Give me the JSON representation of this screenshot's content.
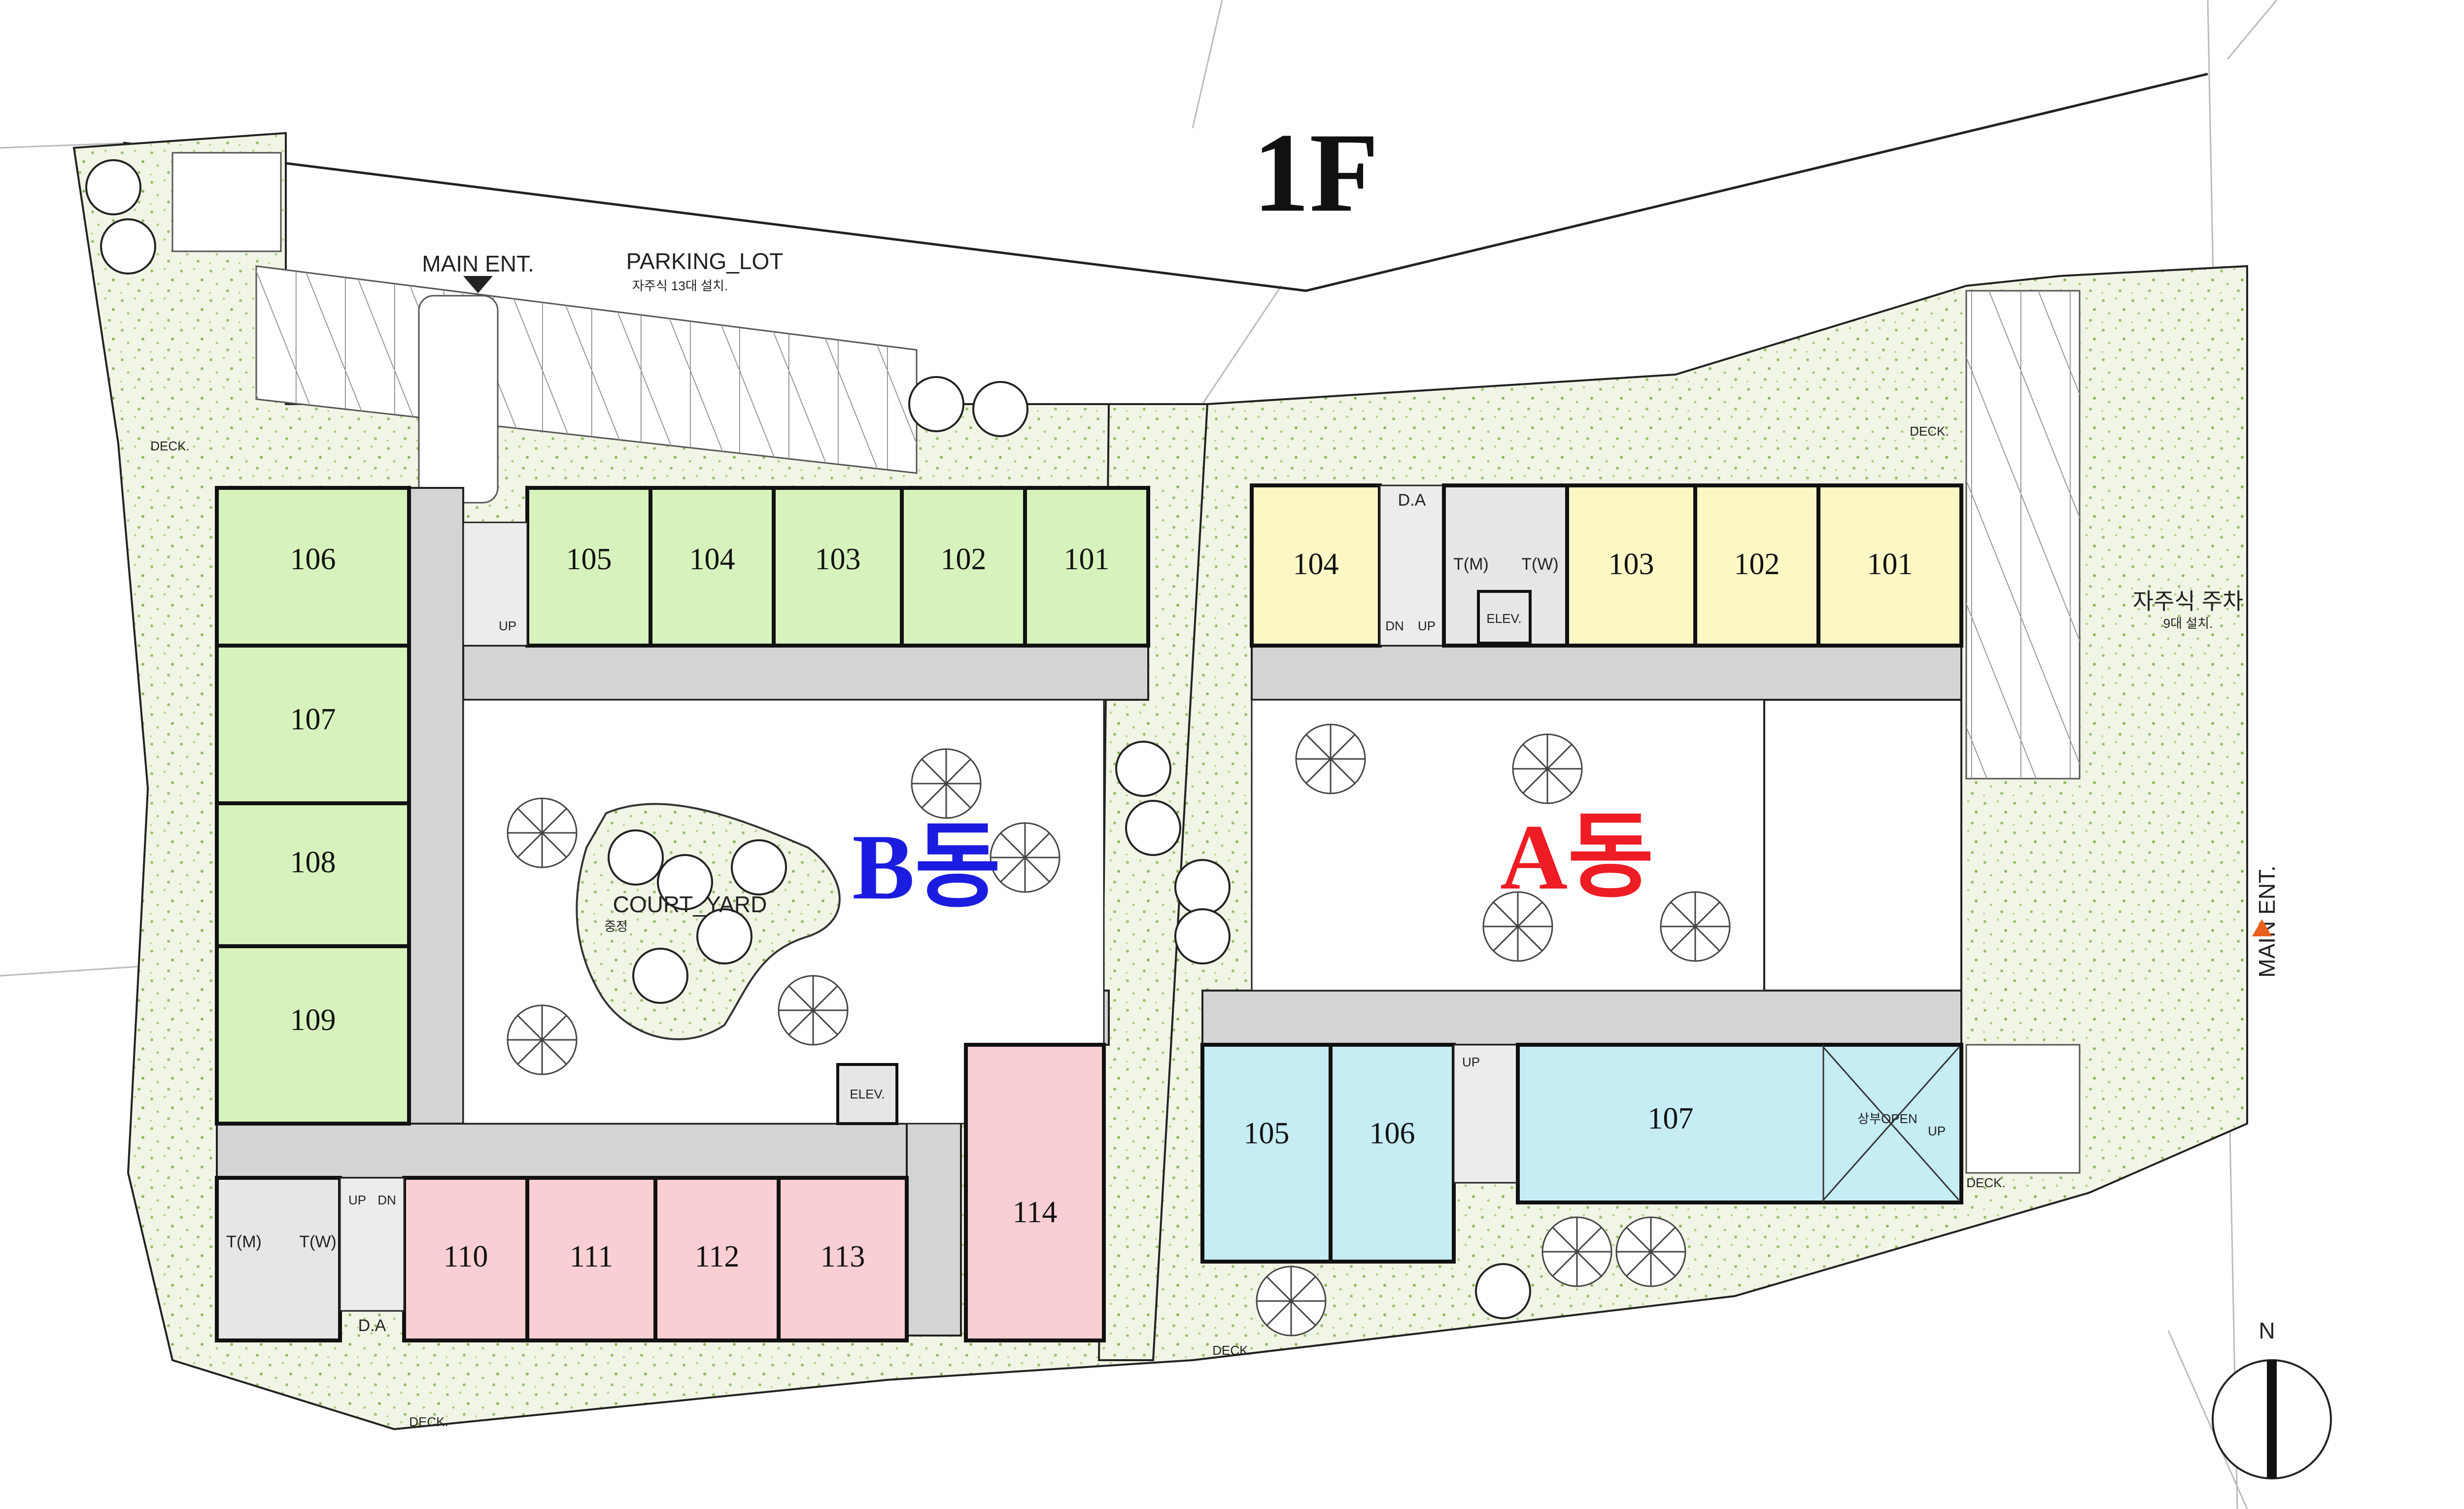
{
  "title": "1F",
  "colors": {
    "green_room": "#d8f2bd",
    "yellow_room": "#fbf8c6",
    "pink_room": "#f9cfd3",
    "cyan_room": "#c6ecf4",
    "corridor": "#d4d4d4",
    "landscape": "#eef3e2",
    "wall": "#1a1a1a",
    "building_a_label": "#ee1c24",
    "building_b_label": "#1c1ce0"
  },
  "buildings": {
    "a": {
      "label": "A동"
    },
    "b": {
      "label": "B동"
    }
  },
  "rooms": {
    "b_106": "106",
    "b_107": "107",
    "b_108": "108",
    "b_109": "109",
    "b_105": "105",
    "b_104": "104",
    "b_103": "103",
    "b_102": "102",
    "b_101": "101",
    "b_110": "110",
    "b_111": "111",
    "b_112": "112",
    "b_113": "113",
    "b_114": "114",
    "a_104": "104",
    "a_103": "103",
    "a_102": "102",
    "a_101": "101",
    "a_105": "105",
    "a_106": "106",
    "a_107": "107"
  },
  "labels": {
    "main_ent_top": "MAIN ENT.",
    "main_ent_right": "MAIN ENT.",
    "parking_lot": "PARKING_LOT",
    "parking_lot_note": "자주식 13대 설치.",
    "self_parking": "자주식 주차",
    "self_parking_note": "9대 설치.",
    "court_yard": "COURT_YARD",
    "court_yard_sub": "중정",
    "deck": "DECK.",
    "da": "D.A",
    "elev": "ELEV.",
    "tm": "T(M)",
    "tw": "T(W)",
    "up": "UP",
    "dn": "DN",
    "open": "상부OPEN",
    "north": "N"
  }
}
